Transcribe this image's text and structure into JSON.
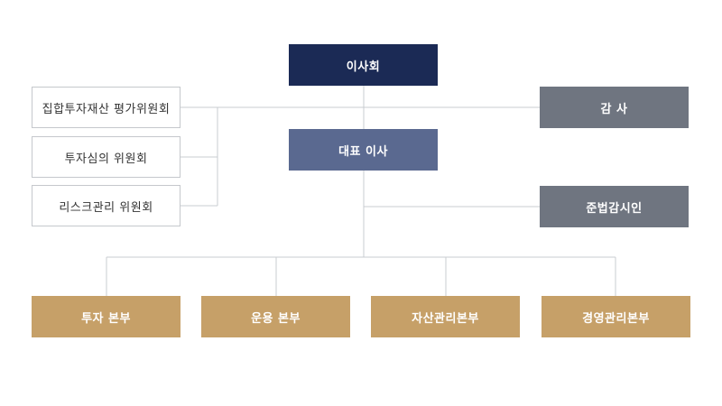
{
  "org_chart": {
    "board": "이사회",
    "ceo": "대표 이사",
    "audit": "감 사",
    "compliance": "준법감시인",
    "committees": [
      "집합투자재산 평가위원회",
      "투자심의 위원회",
      "리스크관리 위원회"
    ],
    "divisions": [
      "투자 본부",
      "운용 본부",
      "자산관리본부",
      "경영관리본부"
    ]
  },
  "colors": {
    "board": "#1b2a55",
    "ceo": "#5a6990",
    "audit": "#6f7580",
    "division": "#c6a068",
    "line": "#c9ccd0",
    "committee_border": "#c5c8cc"
  }
}
